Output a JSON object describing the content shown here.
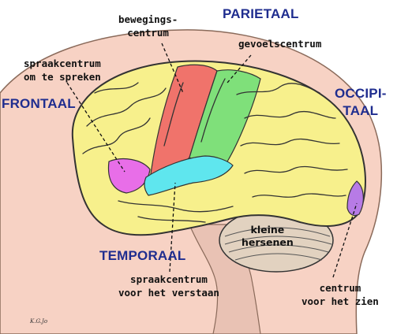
{
  "labels": {
    "frontaal": "FRONTAAL",
    "parietaal": "PARIETAAL",
    "occipitaal_line1": "OCCIPI-",
    "occipitaal_line2": "TAAL",
    "temporaal": "TEMPORAAL",
    "bewegingscentrum_line1": "bewegings-",
    "bewegingscentrum_line2": "centrum",
    "gevoelscentrum": "gevoelscentrum",
    "spraak_spreken_line1": "spraakcentrum",
    "spraak_spreken_line2": "om te spreken",
    "spraak_verstaan_line1": "spraakcentrum",
    "spraak_verstaan_line2": "voor het verstaan",
    "kleine_line1": "kleine",
    "kleine_line2": "hersenen",
    "zien_line1": "centrum",
    "zien_line2": "voor het zien",
    "signature": "K.G.Jo"
  },
  "colors": {
    "lobe_label": "#1f2d8f",
    "cortex": "#f7f08c",
    "motor_cortex": "#f0736b",
    "sensory_cortex": "#7fe07a",
    "broca_area": "#e86ee8",
    "wernicke_area": "#5fe6ee",
    "visual_cortex": "#b77be6",
    "head_skin": "#f7d2c4",
    "cerebellum": "#e2d2c0"
  }
}
